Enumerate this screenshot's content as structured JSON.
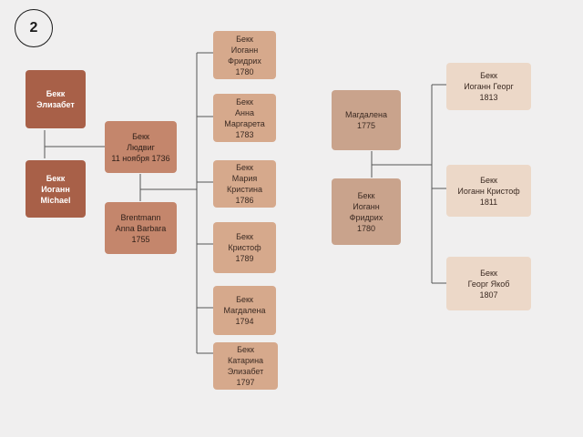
{
  "page_number": "2",
  "colors": {
    "background": "#f0efef",
    "line": "#555555",
    "dark": "#a86048",
    "mid": "#c4866c",
    "light": "#d6a98c",
    "pale": "#c9a38c",
    "cream": "#ecd8c8"
  },
  "nodes": {
    "elizabet": {
      "lines": [
        "Бекк",
        "Элизабет"
      ]
    },
    "johann_michael": {
      "lines": [
        "Бекк",
        "Иоганн",
        "Michael"
      ]
    },
    "ludwig": {
      "lines": [
        "Бекк",
        "Людвиг",
        "11 ноября 1736"
      ]
    },
    "anna_barbara": {
      "lines": [
        "Brentmann",
        "Anna Barbara",
        "1755"
      ]
    },
    "johann_friedrich": {
      "lines": [
        "Бекк",
        "Иоганн",
        "Фридрих",
        "1780"
      ]
    },
    "anna_margareta": {
      "lines": [
        "Бекк",
        "Анна",
        "Маргарета",
        "1783"
      ]
    },
    "maria_kristina": {
      "lines": [
        "Бекк",
        "Мария",
        "Кристина",
        "1786"
      ]
    },
    "kristof_1789": {
      "lines": [
        "Бекк",
        "Кристоф",
        "1789"
      ]
    },
    "magdalena_1794": {
      "lines": [
        "Бекк",
        "Магдалена",
        "1794"
      ]
    },
    "katarina_elizabet": {
      "lines": [
        "Бекк",
        "Катарина",
        "Элизабет",
        "1797"
      ]
    },
    "magdalena_1775": {
      "lines": [
        "Магдалена",
        "1775"
      ]
    },
    "johann_friedrich_2": {
      "lines": [
        "Бекк",
        "Иоганн",
        "Фридрих",
        "1780"
      ]
    },
    "johann_georg": {
      "lines": [
        "Бекк",
        "Иоганн Георг",
        "1813"
      ]
    },
    "johann_kristof": {
      "lines": [
        "Бекк",
        "Иоганн Кристоф",
        "1811"
      ]
    },
    "georg_jakob": {
      "lines": [
        "Бекк",
        "Георг Якоб",
        "1807"
      ]
    }
  }
}
